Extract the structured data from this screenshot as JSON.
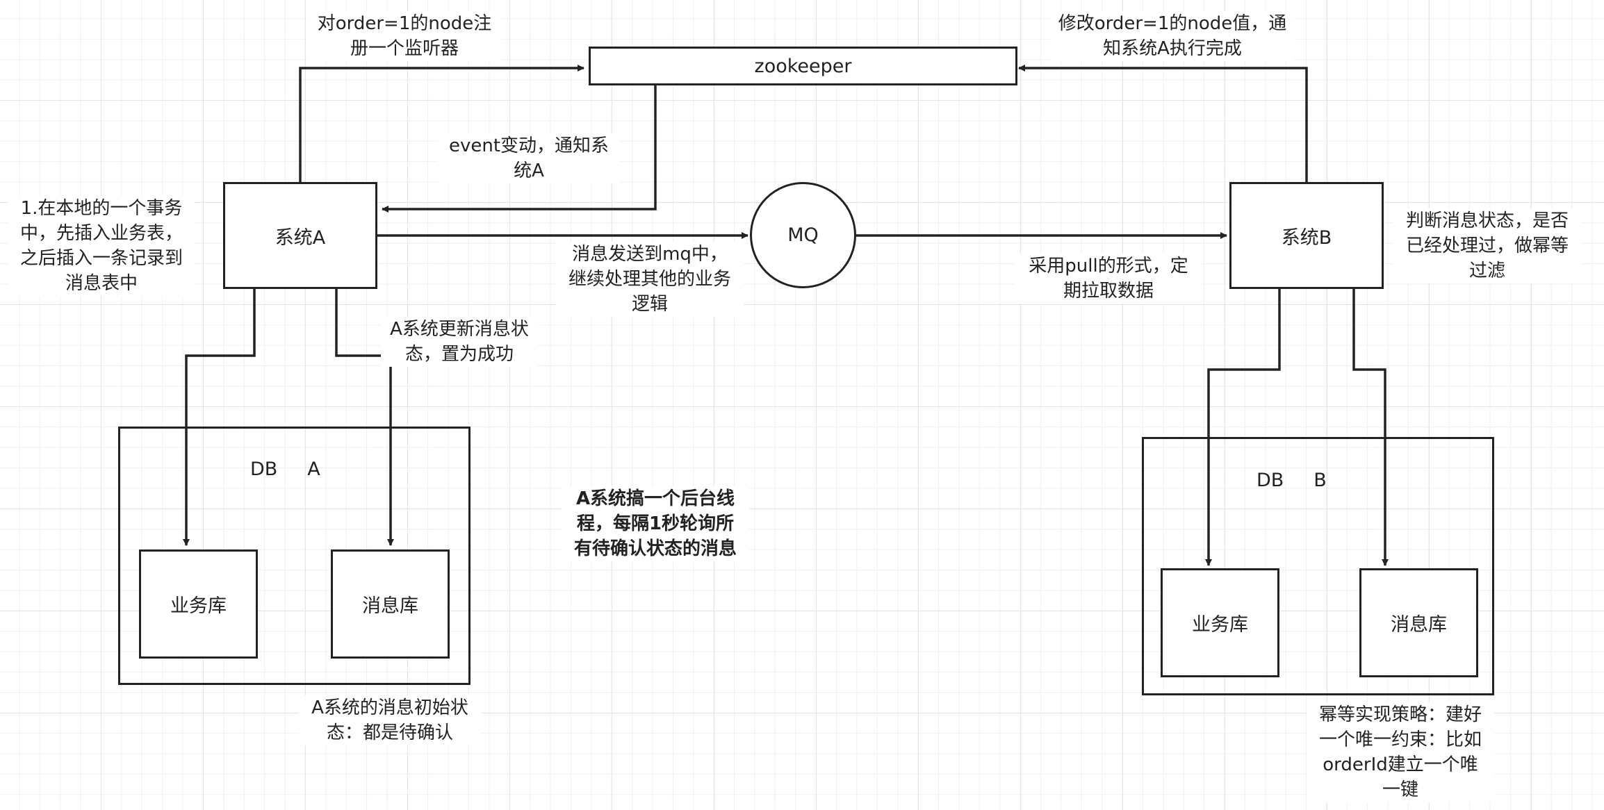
{
  "nodes": {
    "zookeeper": "zookeeper",
    "system_a": "系统A",
    "system_b": "系统B",
    "mq": "MQ"
  },
  "db_a": {
    "title": "DB     A",
    "business": "业务库",
    "message": "消息库"
  },
  "db_b": {
    "title": "DB     B",
    "business": "业务库",
    "message": "消息库"
  },
  "labels": {
    "register_listener": "对order=1的node注\n册一个监听器",
    "modify_node": "修改order=1的node值，通\n知系统A执行完成",
    "event_notify": "event变动，通知系\n统A",
    "local_transaction": "1.在本地的一个事务\n中，先插入业务表，\n之后插入一条记录到\n消息表中",
    "send_mq": "消息发送到mq中，\n继续处理其他的业务\n逻辑",
    "pull": "采用pull的形式，定\n期拉取数据",
    "check_status": "判断消息状态，是否\n已经处理过，做幂等\n过滤",
    "update_status": "A系统更新消息状\n态，置为成功",
    "background_thread": "A系统搞一个后台线\n程，每隔1秒轮询所\n有待确认状态的消息",
    "initial_status": "A系统的消息初始状\n态：都是待确认",
    "idempotent": "幂等实现策略：建好\n一个唯一约束：比如\norderId建立一个唯\n一键"
  }
}
